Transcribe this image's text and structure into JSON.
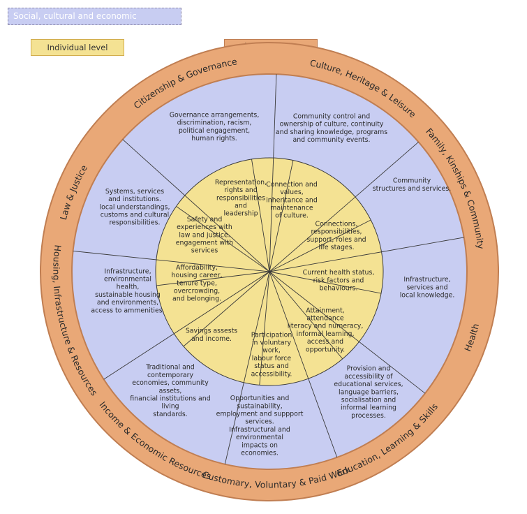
{
  "legend": {
    "environments": "Social, cultural and economic Environments",
    "individual": "Individual level"
  },
  "title": "Wellbeing",
  "colors": {
    "ring": "#e9a877",
    "ring_stroke": "#c07e52",
    "environment": "#c8cdf2",
    "individual": "#f4e293",
    "divider": "#3a3a3a"
  },
  "domains": [
    "Citizenship & Governance",
    "Culture, Heritage & Leisure",
    "Family, Kinships & Community",
    "Health",
    "Education, Learning & Skills",
    "Customary, Voluntary & Paid Work",
    "Income & Economic Resources",
    "Housing, Infrastructure & Resources",
    "Law & Justice"
  ],
  "outer_segments": [
    {
      "name": "governance",
      "lines": [
        "Governance arrangements,",
        "discrimination, racism,",
        "political engagement,",
        "human rights."
      ]
    },
    {
      "name": "culture",
      "lines": [
        "Community control and",
        "ownership of culture, continuity",
        "and sharing knowledge, programs",
        "and community events."
      ]
    },
    {
      "name": "community",
      "lines": [
        "Community",
        "structures and services."
      ]
    },
    {
      "name": "health",
      "lines": [
        "Infrastructure,",
        "services and",
        "local knowledge."
      ]
    },
    {
      "name": "education",
      "lines": [
        "Provision and",
        "accessibility of",
        "educational services,",
        "language barriers,",
        "socialisation and",
        "informal learning",
        "processes."
      ]
    },
    {
      "name": "work",
      "lines": [
        "Opportunities and",
        "sustainability,",
        "employment and suppport",
        "services.",
        "Infrastructural and",
        "environmental",
        "impacts on",
        "economies."
      ]
    },
    {
      "name": "income",
      "lines": [
        "Traditional and",
        "contemporary",
        "economies, community",
        "assets,",
        "financial institutions and",
        "living",
        "standards."
      ]
    },
    {
      "name": "housing",
      "lines": [
        "Infrastructure,",
        "environmental",
        "health,",
        "sustainable housing",
        "and environments,",
        "access to ammenities."
      ]
    },
    {
      "name": "law",
      "lines": [
        "Systems, services",
        "and institutions.",
        "local understandings,",
        "customs and cultural",
        "responsibilities."
      ]
    }
  ],
  "inner_segments": [
    {
      "name": "representation",
      "lines": [
        "Representation,",
        "rights and",
        "responsibilities",
        "and",
        "leadership"
      ]
    },
    {
      "name": "connection",
      "lines": [
        "Connection and",
        "values,",
        "inheritance and",
        "maintenance",
        "of culture."
      ]
    },
    {
      "name": "connections",
      "lines": [
        "Connections,",
        "responsibilities,",
        "support, roles and",
        "life stages."
      ]
    },
    {
      "name": "health-status",
      "lines": [
        "Current health status,",
        "risk factors and",
        "behaviours."
      ]
    },
    {
      "name": "attainment",
      "lines": [
        "Attainment,",
        "attendance",
        "literacy and numeracy,",
        "informal learning,",
        "access and",
        "opportunity."
      ]
    },
    {
      "name": "participation",
      "lines": [
        "Participation",
        "in voluntary",
        "work,",
        "labour force",
        "status and",
        "accessibility."
      ]
    },
    {
      "name": "savings",
      "lines": [
        "Savings assests",
        "and income."
      ]
    },
    {
      "name": "affordability",
      "lines": [
        "Affordability,",
        "housing career,",
        "tenure type,",
        "overcrowding,",
        "and belonging."
      ]
    },
    {
      "name": "safety",
      "lines": [
        "Safety and",
        "experiences with",
        "law and justice.",
        "engagement with",
        "services"
      ]
    }
  ]
}
